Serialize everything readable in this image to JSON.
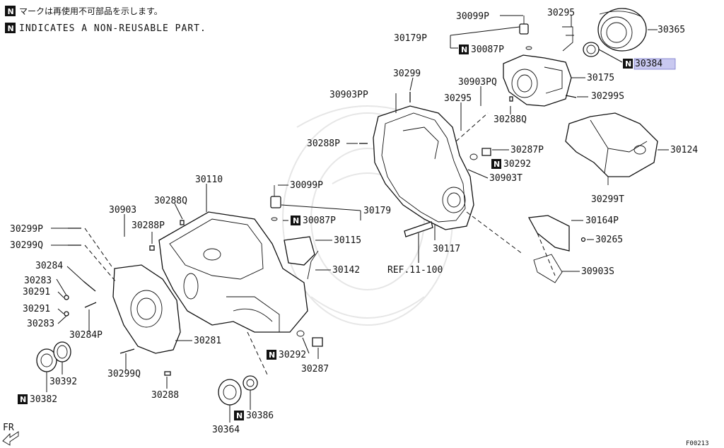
{
  "notes": {
    "jp": "マークは再使用不可部品を示します。",
    "en": "INDICATES A NON-REUSABLE PART.",
    "marker": "N"
  },
  "figure_code": "F00213",
  "direction_label": "FR",
  "highlight_color": "#c9c9f0",
  "parts": [
    {
      "id": "30099P_top",
      "text": "30099P",
      "nr": false
    },
    {
      "id": "30179P",
      "text": "30179P",
      "nr": false
    },
    {
      "id": "30087P_top",
      "text": "30087P",
      "nr": true
    },
    {
      "id": "30295_top",
      "text": "30295",
      "nr": false
    },
    {
      "id": "30365",
      "text": "30365",
      "nr": false
    },
    {
      "id": "30384",
      "text": "30384",
      "nr": true,
      "highlight": true
    },
    {
      "id": "30175",
      "text": "30175",
      "nr": false
    },
    {
      "id": "30299S",
      "text": "30299S",
      "nr": false
    },
    {
      "id": "30299_top",
      "text": "30299",
      "nr": false
    },
    {
      "id": "30903PP",
      "text": "30903PP",
      "nr": false
    },
    {
      "id": "30903PQ",
      "text": "30903PQ",
      "nr": false
    },
    {
      "id": "30295_mid",
      "text": "30295",
      "nr": false
    },
    {
      "id": "30288Q_top",
      "text": "30288Q",
      "nr": false
    },
    {
      "id": "30124",
      "text": "30124",
      "nr": false
    },
    {
      "id": "30288P_mid",
      "text": "30288P",
      "nr": false
    },
    {
      "id": "30287P",
      "text": "30287P",
      "nr": false
    },
    {
      "id": "30292_top",
      "text": "30292",
      "nr": true
    },
    {
      "id": "30903T",
      "text": "30903T",
      "nr": false
    },
    {
      "id": "30299T",
      "text": "30299T",
      "nr": false
    },
    {
      "id": "30110",
      "text": "30110",
      "nr": false
    },
    {
      "id": "30099P_mid",
      "text": "30099P",
      "nr": false
    },
    {
      "id": "30179",
      "text": "30179",
      "nr": false
    },
    {
      "id": "30087P_mid",
      "text": "30087P",
      "nr": true
    },
    {
      "id": "30164P",
      "text": "30164P",
      "nr": false
    },
    {
      "id": "30265",
      "text": "30265",
      "nr": false
    },
    {
      "id": "30903",
      "text": "30903",
      "nr": false
    },
    {
      "id": "30288Q_mid",
      "text": "30288Q",
      "nr": false
    },
    {
      "id": "30288P_left",
      "text": "30288P",
      "nr": false
    },
    {
      "id": "30115",
      "text": "30115",
      "nr": false
    },
    {
      "id": "30117",
      "text": "30117",
      "nr": false
    },
    {
      "id": "30142",
      "text": "30142",
      "nr": false
    },
    {
      "id": "ref",
      "text": "REF.11-100",
      "nr": false
    },
    {
      "id": "30903S",
      "text": "30903S",
      "nr": false
    },
    {
      "id": "30299P",
      "text": "30299P",
      "nr": false
    },
    {
      "id": "30299Q_left",
      "text": "30299Q",
      "nr": false
    },
    {
      "id": "30284",
      "text": "30284",
      "nr": false
    },
    {
      "id": "30283_a",
      "text": "30283",
      "nr": false
    },
    {
      "id": "30291_a",
      "text": "30291",
      "nr": false
    },
    {
      "id": "30291_b",
      "text": "30291",
      "nr": false
    },
    {
      "id": "30283_b",
      "text": "30283",
      "nr": false
    },
    {
      "id": "30284P",
      "text": "30284P",
      "nr": false
    },
    {
      "id": "30281",
      "text": "30281",
      "nr": false
    },
    {
      "id": "30292_bot",
      "text": "30292",
      "nr": true
    },
    {
      "id": "30287",
      "text": "30287",
      "nr": false
    },
    {
      "id": "30299Q_bot",
      "text": "30299Q",
      "nr": false
    },
    {
      "id": "30392",
      "text": "30392",
      "nr": false
    },
    {
      "id": "30382",
      "text": "30382",
      "nr": true
    },
    {
      "id": "30288",
      "text": "30288",
      "nr": false
    },
    {
      "id": "30386",
      "text": "30386",
      "nr": true
    },
    {
      "id": "30364",
      "text": "30364",
      "nr": false
    }
  ]
}
